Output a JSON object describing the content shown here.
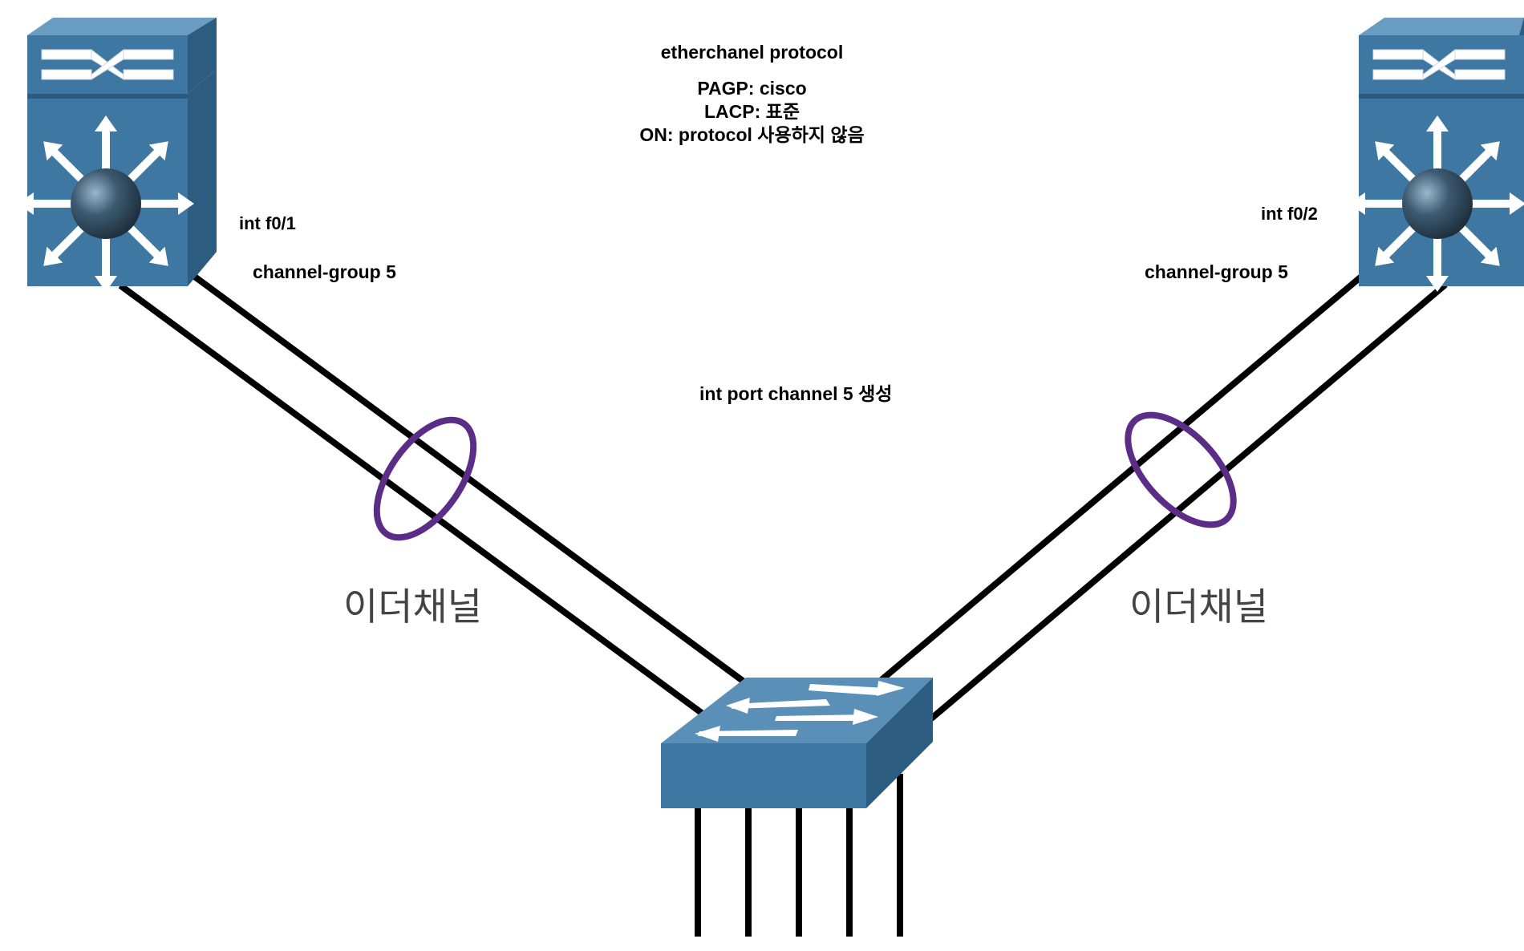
{
  "protocol_box": {
    "title": "etherchanel protocol",
    "lines": [
      "PAGP: cisco",
      "LACP: 표준",
      "ON: protocol 사용하지 않음"
    ]
  },
  "left_switch": {
    "interface": "int f0/1",
    "channel_group": "channel-group 5",
    "icon": "layer3-switch-icon"
  },
  "right_switch": {
    "interface": "int f0/2",
    "channel_group": "channel-group 5",
    "icon": "layer3-switch-icon"
  },
  "bottom_switch": {
    "icon": "workgroup-switch-icon"
  },
  "port_channel_note": "int port channel 5 생성",
  "bundle_labels": {
    "left": "이더채널",
    "right": "이더채널"
  },
  "colors": {
    "device_front": "#3e77a1",
    "device_top": "#5a8fb8",
    "device_side": "#2c5c80",
    "link": "#000000",
    "etherchannel_ring": "#5c2d86"
  }
}
